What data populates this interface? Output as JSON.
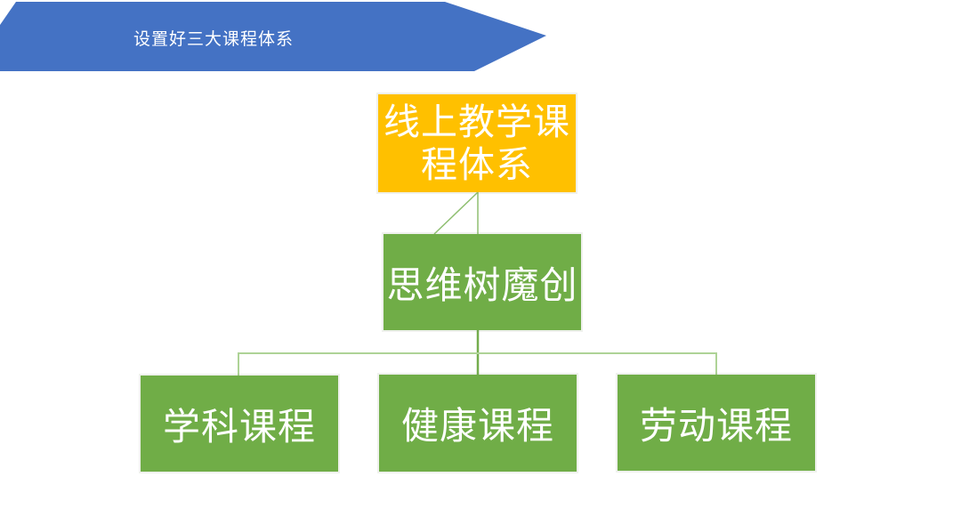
{
  "banner": {
    "title": "设置好三大课程体系",
    "fill": "#4472C4",
    "text_color": "#FFFFFF"
  },
  "diagram": {
    "root": {
      "text": "线上教学课程体系",
      "lines": [
        "线上教学课",
        "程体系"
      ],
      "fill": "#FFC000",
      "text_color": "#FFFFFF"
    },
    "middle": {
      "text": "思维树魔创",
      "fill": "#70AD47",
      "text_color": "#FFFFFF"
    },
    "children": [
      {
        "text": "学科课程",
        "fill": "#70AD47",
        "text_color": "#FFFFFF"
      },
      {
        "text": "健康课程",
        "fill": "#70AD47",
        "text_color": "#FFFFFF"
      },
      {
        "text": "劳动课程",
        "fill": "#70AD47",
        "text_color": "#FFFFFF"
      }
    ],
    "connector_light": "#AED396",
    "connector_mid": "#8FBF71",
    "connector_dark": "#74AD4D"
  }
}
